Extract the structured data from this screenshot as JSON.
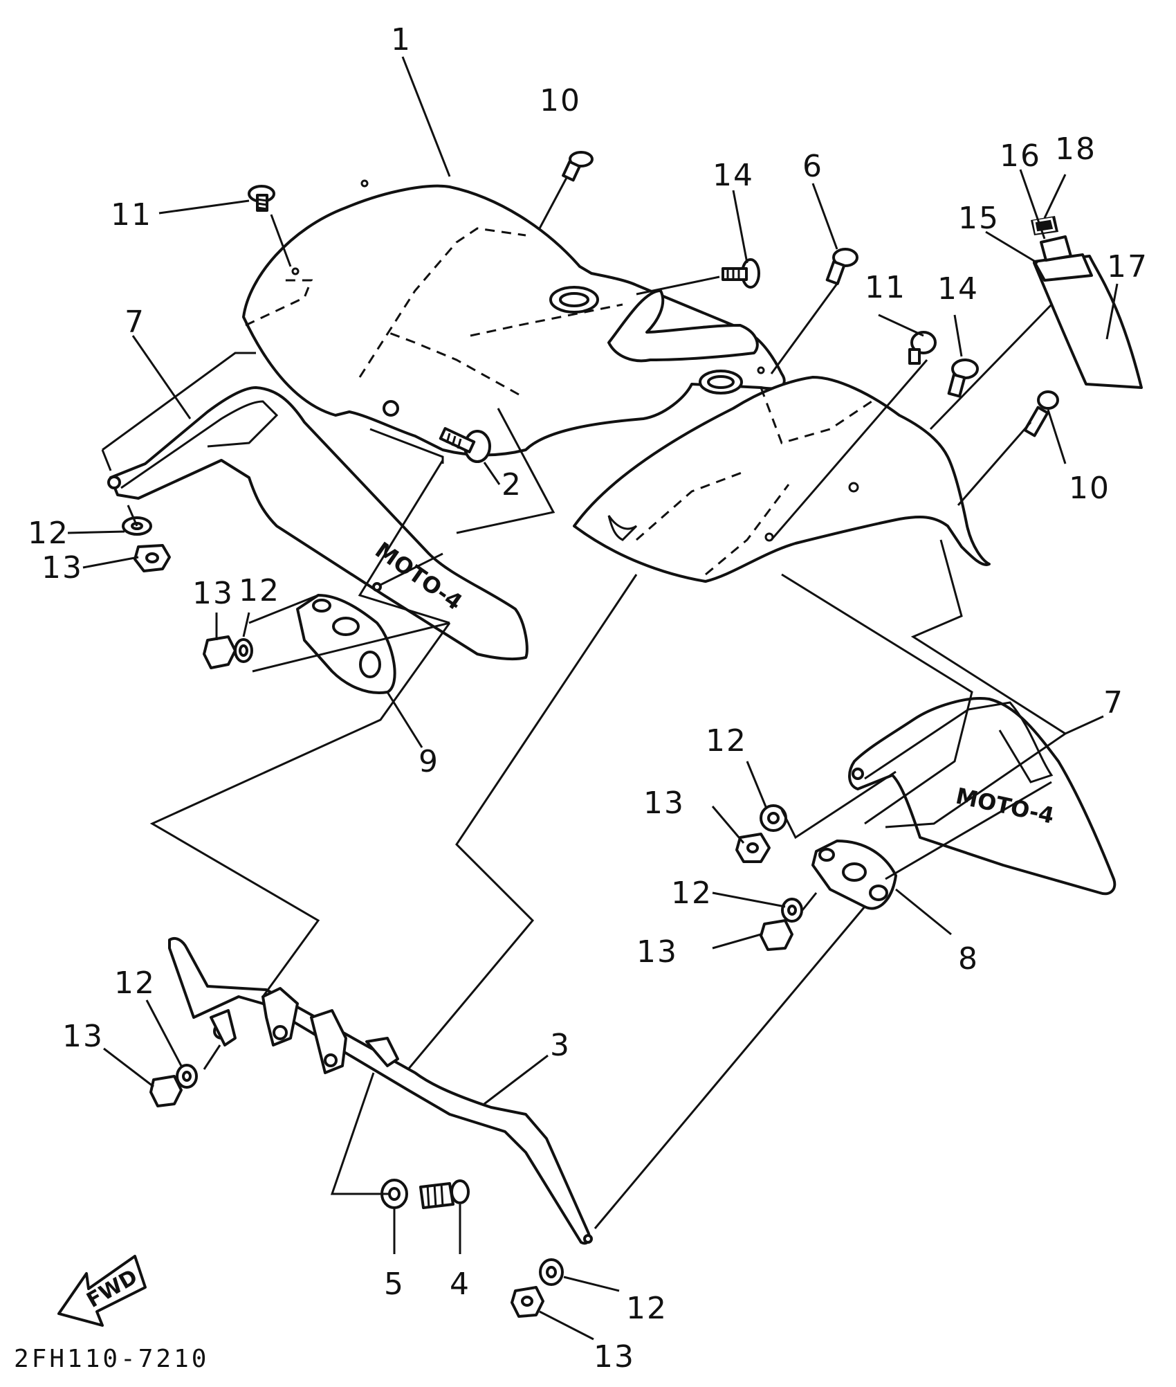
{
  "diagram": {
    "callouts": {
      "c1": "1",
      "c2": "2",
      "c3": "3",
      "c4": "4",
      "c5": "5",
      "c6": "6",
      "c7a": "7",
      "c7b": "7",
      "c8": "8",
      "c9": "9",
      "c10a": "10",
      "c10b": "10",
      "c11a": "11",
      "c11b": "11",
      "c12a": "12",
      "c12b": "12",
      "c12c": "12",
      "c12d": "12",
      "c12e": "12",
      "c12f": "12",
      "c13a": "13",
      "c13b": "13",
      "c13c": "13",
      "c13d": "13",
      "c13e": "13",
      "c13f": "13",
      "c14a": "14",
      "c14b": "14",
      "c15": "15",
      "c16": "16",
      "c17": "17",
      "c18": "18"
    },
    "emboss_left": "MOTO-4",
    "emboss_right": "MOTO-4",
    "fwd_label": "FWD",
    "catalog_number": "2FH110-7210"
  }
}
